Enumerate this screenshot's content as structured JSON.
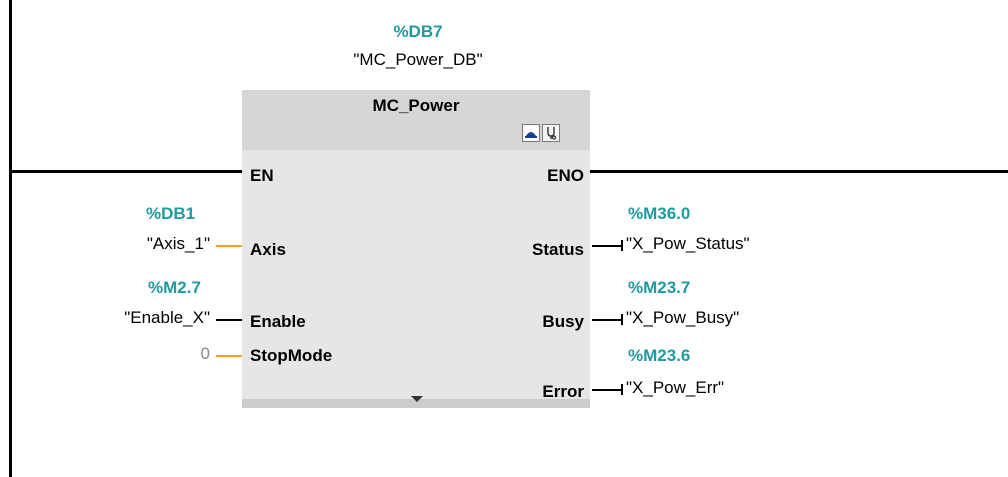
{
  "block": {
    "db_address": "%DB7",
    "db_name": "\"MC_Power_DB\"",
    "title": "MC_Power",
    "icons": [
      "instance-db-icon",
      "diagnostics-icon"
    ],
    "expand_icon": "triangle-down-icon"
  },
  "inputs": [
    {
      "pin": "EN",
      "operand_address": "",
      "operand_name": ""
    },
    {
      "pin": "Axis",
      "operand_address": "%DB1",
      "operand_name": "\"Axis_1\""
    },
    {
      "pin": "Enable",
      "operand_address": "%M2.7",
      "operand_name": "\"Enable_X\""
    },
    {
      "pin": "StopMode",
      "operand_address": "",
      "operand_name": "0"
    }
  ],
  "outputs": [
    {
      "pin": "ENO",
      "operand_address": "",
      "operand_name": ""
    },
    {
      "pin": "Status",
      "operand_address": "%M36.0",
      "operand_name": "\"X_Pow_Status\""
    },
    {
      "pin": "Busy",
      "operand_address": "%M23.7",
      "operand_name": "\"X_Pow_Busy\""
    },
    {
      "pin": "Error",
      "operand_address": "%M23.6",
      "operand_name": "\"X_Pow_Err\""
    }
  ],
  "colors": {
    "address_teal": "#1f9aa0",
    "wire_orange": "#f5a020",
    "block_body": "#e6e6e6",
    "block_header": "#d6d6d6"
  }
}
